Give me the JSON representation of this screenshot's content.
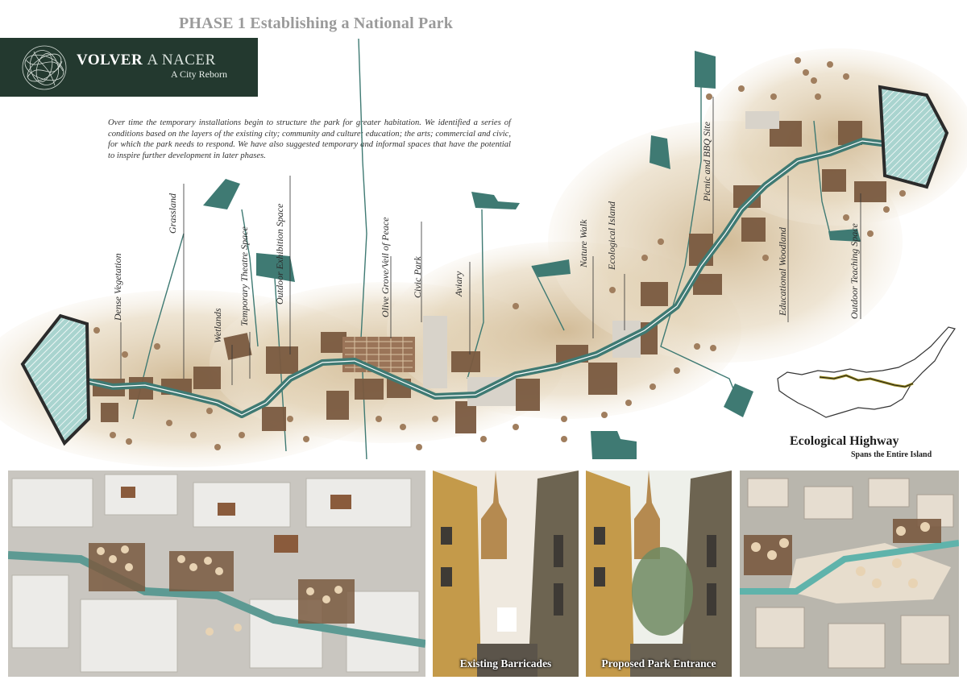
{
  "header": {
    "title": "PHASE 1 Establishing a National Park",
    "brand_main": "VOLVER",
    "brand_accent": "A NACER",
    "tagline": "A City Reborn"
  },
  "intro": "Over time the temporary installations begin to structure the park for greater habitation. We identified a series of conditions based on the layers of the existing city; community and culture; education; the arts; commercial and civic, for which the park needs to respond. We have also suggested temporary and informal spaces  that have the potential to inspire further development in later phases.",
  "map_labels": {
    "dense_vegetation": "Dense Vegetation",
    "grassland": "Grassland",
    "wetlands": "Wetlands",
    "temporary_theatre": "Temporary Theatre Space",
    "outdoor_exhibition": "Outdoor Exhibition Space",
    "olive_grove": "Olive Grove/Veil of Peace",
    "civic_park": "Civic Park",
    "aviary": "Aviary",
    "nature_walk": "Nature Walk",
    "ecological_island": "Ecological Island",
    "picnic_bbq": "Picnic and BBQ Site",
    "educational_woodland": "Educational Woodland",
    "outdoor_teaching": "Outdoor Teaching Space"
  },
  "inset": {
    "title": "Ecological Highway",
    "subtitle": "Spans the Entire Island"
  },
  "photos": {
    "existing": "Existing Barricades",
    "proposed": "Proposed Park Entrance"
  },
  "colors": {
    "dark_green": "#23392f",
    "teal": "#3f7a73",
    "earth": "#7a5a40",
    "sand": "#d9c7a8"
  }
}
